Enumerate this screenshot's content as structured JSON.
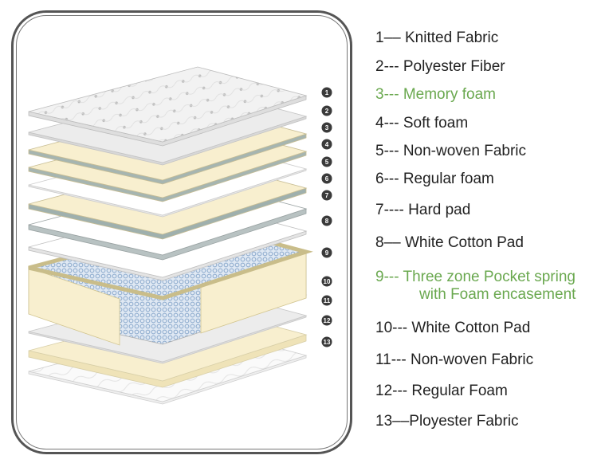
{
  "layers": [
    {
      "number": "1",
      "label": "1–– Knitted Fabric",
      "highlight": false
    },
    {
      "number": "2",
      "label": "2--- Polyester Fiber",
      "highlight": false
    },
    {
      "number": "3",
      "label": "3--- Memory foam",
      "highlight": true
    },
    {
      "number": "4",
      "label": "4--- Soft foam",
      "highlight": false
    },
    {
      "number": "5",
      "label": "5--- Non-woven Fabric",
      "highlight": false
    },
    {
      "number": "6",
      "label": "6--- Regular foam",
      "highlight": false
    },
    {
      "number": "7",
      "label": "7---- Hard pad",
      "highlight": false
    },
    {
      "number": "8",
      "label": "8–– White Cotton Pad",
      "highlight": false
    },
    {
      "number": "9",
      "label": "9--- Three zone Pocket spring",
      "label_line2": "with Foam encasement",
      "highlight": true
    },
    {
      "number": "10",
      "label": "10--- White Cotton Pad",
      "highlight": false
    },
    {
      "number": "11",
      "label": "11--- Non-woven Fabric",
      "highlight": false
    },
    {
      "number": "12",
      "label": "12--- Regular Foam",
      "highlight": false
    },
    {
      "number": "13",
      "label": "13––Ployester Fabric",
      "highlight": false
    }
  ],
  "colors": {
    "highlight": "#6aa84f",
    "text": "#222222",
    "frame": "#555555",
    "foam": "#f8efcf",
    "fabric": "#ececec",
    "white": "#ffffff",
    "spring": "#9ab8d8"
  }
}
